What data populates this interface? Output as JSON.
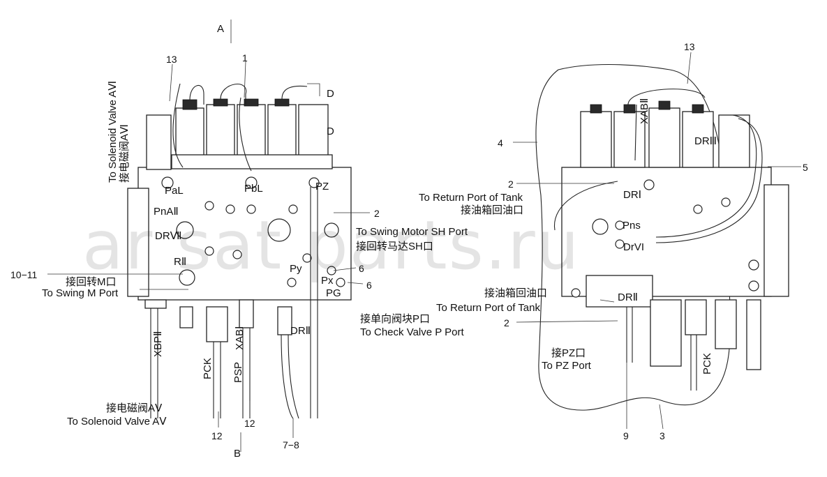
{
  "watermark": "ar sat parts.ru",
  "left_view": {
    "view_labels": [
      "A",
      "B",
      "D",
      "D"
    ],
    "callouts": [
      "13",
      "1",
      "2",
      "6",
      "6",
      "10−11",
      "12",
      "12",
      "7−8"
    ],
    "port_labels": [
      "PaL",
      "PbL",
      "PZ",
      "PnAⅡ",
      "DRⅦ",
      "RⅡ",
      "Py",
      "Px",
      "PG",
      "XBPⅡ",
      "PCK",
      "PSP",
      "XABⅠ",
      "DRⅡ"
    ],
    "vertical_text_1": "To Solenoid Valve AⅥ",
    "vertical_text_2": "接电磁阀AⅥ",
    "swing_motor_en": "To Swing Motor SH Port",
    "swing_motor_cn": "接回转马达SH口",
    "swing_m_cn": "接回转M口",
    "swing_m_en": "To Swing M Port",
    "check_valve_cn": "接单向阀块P口",
    "check_valve_en": "To Check Valve P Port",
    "solenoid_av_cn": "接电磁阀AⅤ",
    "solenoid_av_en": "To Solenoid Valve AⅤ"
  },
  "right_view": {
    "callouts": [
      "13",
      "4",
      "5",
      "2",
      "2",
      "9",
      "3"
    ],
    "port_labels": [
      "XABⅡ",
      "DRⅢ",
      "DRⅠ",
      "Pns",
      "DrVI",
      "DRⅡ",
      "PCK"
    ],
    "return_tank_en_1": "To Return Port of Tank",
    "return_tank_cn_1": "接油箱回油口",
    "return_tank_cn_2": "接油箱回油口",
    "return_tank_en_2": "To Return Port of Tank",
    "pz_cn": "接PZ口",
    "pz_en": "To PZ Port"
  }
}
